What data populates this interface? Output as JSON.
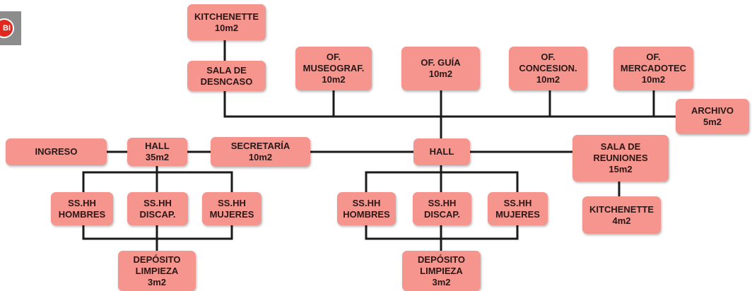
{
  "logo": {
    "text": "BI",
    "color": "#e0281e"
  },
  "colors": {
    "node_fill": "#f5958d",
    "line": "#1a1a1a",
    "text": "#2a1818"
  },
  "nodes": {
    "kitchenette_top": "KITCHENETTE\n10m2",
    "sala_descanso": "SALA DE\nDESNCASO",
    "of_museograf": "OF.\nMUSEOGRAF.\n10m2",
    "of_guia": "OF. GUÍA\n10m2",
    "of_concesion": "OF.\nCONCESION.\n10m2",
    "of_mercadotec": "OF.\nMERCADOTEC\n10m2",
    "archivo": "ARCHIVO\n5m2",
    "ingreso": "INGRESO",
    "hall_left": "HALL\n35m2",
    "secretaria": "SECRETARÍA\n10m2",
    "hall_center": "HALL",
    "sala_reuniones": "SALA DE\nREUNIONES\n15m2",
    "kitchenette_small": "KITCHENETTE\n4m2",
    "sshh_hombres_left": "SS.HH\nHOMBRES",
    "sshh_discap_left": "SS.HH\nDISCAP.",
    "sshh_mujeres_left": "SS.HH\nMUJERES",
    "sshh_hombres_right": "SS.HH\nHOMBRES",
    "sshh_discap_right": "SS.HH\nDISCAP.",
    "sshh_mujeres_right": "SS.HH\nMUJERES",
    "deposito_left": "DEPÓSITO\nLIMPIEZA\n3m2",
    "deposito_right": "DEPÓSITO\nLIMPIEZA\n3m2"
  }
}
